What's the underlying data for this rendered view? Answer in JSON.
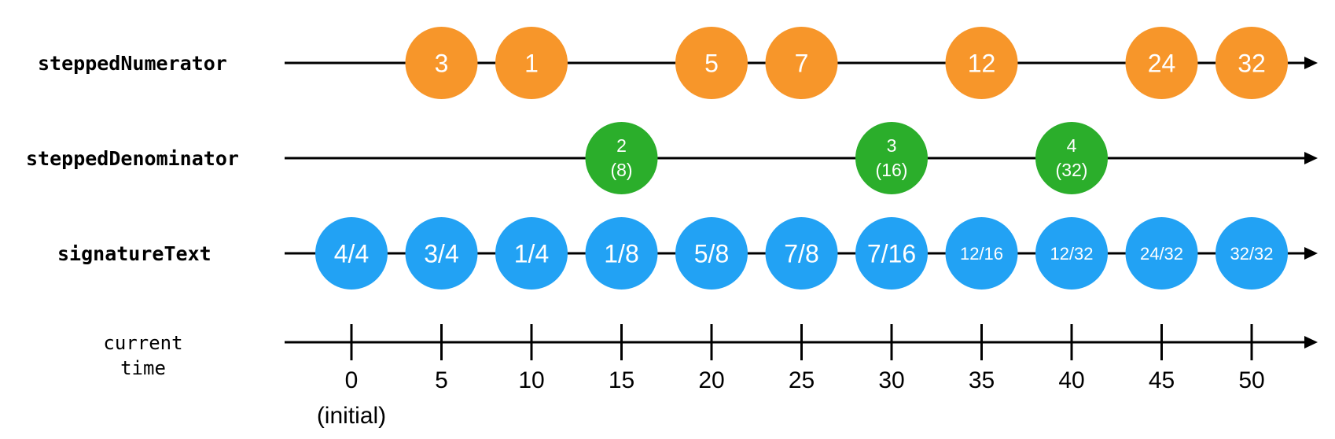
{
  "colors": {
    "numerator": "#F7962A",
    "denominator": "#2BAE2B",
    "signature": "#22A2F4",
    "axis": "#000000"
  },
  "streams": [
    {
      "id": "stepped-numerator",
      "label": "steppedNumerator",
      "color": "#F7962A",
      "events": [
        {
          "time": 5,
          "lines": [
            "3"
          ]
        },
        {
          "time": 10,
          "lines": [
            "1"
          ]
        },
        {
          "time": 20,
          "lines": [
            "5"
          ]
        },
        {
          "time": 25,
          "lines": [
            "7"
          ]
        },
        {
          "time": 35,
          "lines": [
            "12"
          ]
        },
        {
          "time": 45,
          "lines": [
            "24"
          ]
        },
        {
          "time": 50,
          "lines": [
            "32"
          ]
        }
      ]
    },
    {
      "id": "stepped-denominator",
      "label": "steppedDenominator",
      "color": "#2BAE2B",
      "events": [
        {
          "time": 15,
          "lines": [
            "2",
            "(8)"
          ]
        },
        {
          "time": 30,
          "lines": [
            "3",
            "(16)"
          ]
        },
        {
          "time": 40,
          "lines": [
            "4",
            "(32)"
          ]
        }
      ]
    },
    {
      "id": "signature-text",
      "label": "signatureText",
      "color": "#22A2F4",
      "events": [
        {
          "time": 0,
          "lines": [
            "4/4"
          ]
        },
        {
          "time": 5,
          "lines": [
            "3/4"
          ]
        },
        {
          "time": 10,
          "lines": [
            "1/4"
          ]
        },
        {
          "time": 15,
          "lines": [
            "1/8"
          ]
        },
        {
          "time": 20,
          "lines": [
            "5/8"
          ]
        },
        {
          "time": 25,
          "lines": [
            "7/8"
          ]
        },
        {
          "time": 30,
          "lines": [
            "7/16"
          ]
        },
        {
          "time": 35,
          "lines": [
            "12/16"
          ]
        },
        {
          "time": 40,
          "lines": [
            "12/32"
          ]
        },
        {
          "time": 45,
          "lines": [
            "24/32"
          ]
        },
        {
          "time": 50,
          "lines": [
            "32/32"
          ]
        }
      ]
    }
  ],
  "time_axis": {
    "label_lines": [
      "current",
      "time"
    ],
    "ticks": [
      0,
      5,
      10,
      15,
      20,
      25,
      30,
      35,
      40,
      45,
      50
    ],
    "initial_note": "(initial)"
  }
}
